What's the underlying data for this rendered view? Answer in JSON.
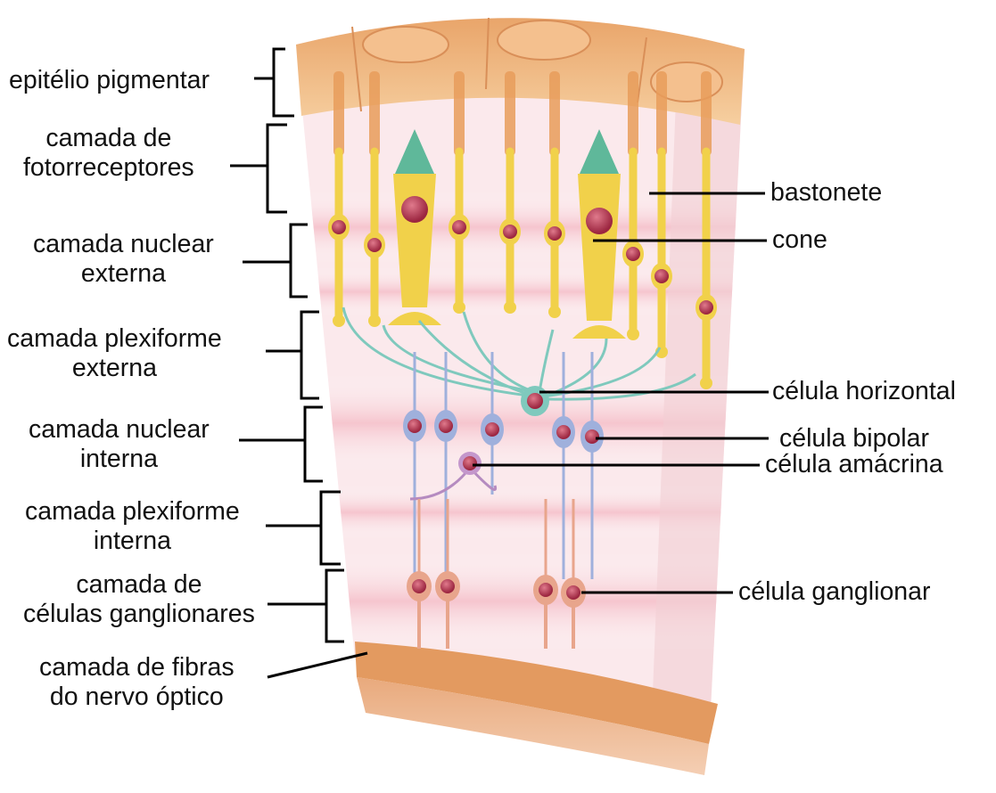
{
  "left_labels": {
    "pigment_epithelium": "epitélio pigmentar",
    "photoreceptor_layer": [
      "camada de",
      "fotorreceptores"
    ],
    "outer_nuclear_layer": [
      "camada nuclear",
      "externa"
    ],
    "outer_plexiform_layer": [
      "camada plexiforme",
      "externa"
    ],
    "inner_nuclear_layer": [
      "camada nuclear",
      "interna"
    ],
    "inner_plexiform_layer": [
      "camada plexiforme",
      "interna"
    ],
    "ganglion_cell_layer": [
      "camada de",
      "células ganglionares"
    ],
    "optic_nerve_fiber_layer": [
      "camada de fibras",
      "do nervo óptico"
    ]
  },
  "right_labels": {
    "rod": "bastonete",
    "cone": "cone",
    "horizontal_cell": "célula horizontal",
    "bipolar_cell": "célula bipolar",
    "amacrine_cell": "célula amácrina",
    "ganglion_cell": "célula ganglionar"
  },
  "colors": {
    "epithelium": "#f0b47c",
    "rods": "#f1d14a",
    "cone_outer": "#5fb89a",
    "nucleus": "#b23a52",
    "horizontal": "#7fc9bd",
    "bipolar": "#9fb0dc",
    "ganglion": "#e8a58c",
    "tissue_band": "#f6c9cf"
  }
}
